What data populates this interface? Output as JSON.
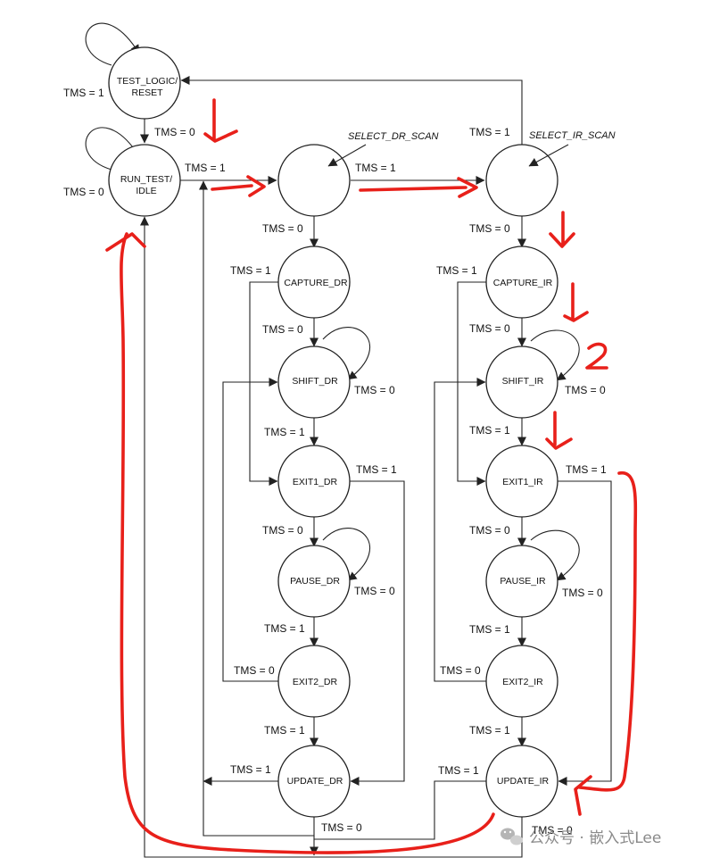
{
  "states": {
    "test_logic_reset": [
      "TEST_LOGIC/",
      "RESET"
    ],
    "run_test_idle": [
      "RUN_TEST/",
      "IDLE"
    ],
    "select_dr_scan": "SELECT_DR_SCAN",
    "select_ir_scan": "SELECT_IR_SCAN",
    "capture_dr": "CAPTURE_DR",
    "shift_dr": "SHIFT_DR",
    "exit1_dr": "EXIT1_DR",
    "pause_dr": "PAUSE_DR",
    "exit2_dr": "EXIT2_DR",
    "update_dr": "UPDATE_DR",
    "capture_ir": "CAPTURE_IR",
    "shift_ir": "SHIFT_IR",
    "exit1_ir": "EXIT1_IR",
    "pause_ir": "PAUSE_IR",
    "exit2_ir": "EXIT2_IR",
    "update_ir": "UPDATE_IR"
  },
  "transitions": {
    "tms1": "TMS = 1",
    "tms0": "TMS = 0"
  },
  "annotation_colors": {
    "path_marker": "#e8201a",
    "line": "#222222"
  },
  "watermark": {
    "icon": "wechat-icon",
    "text": "公众号 · 嵌入式Lee"
  }
}
